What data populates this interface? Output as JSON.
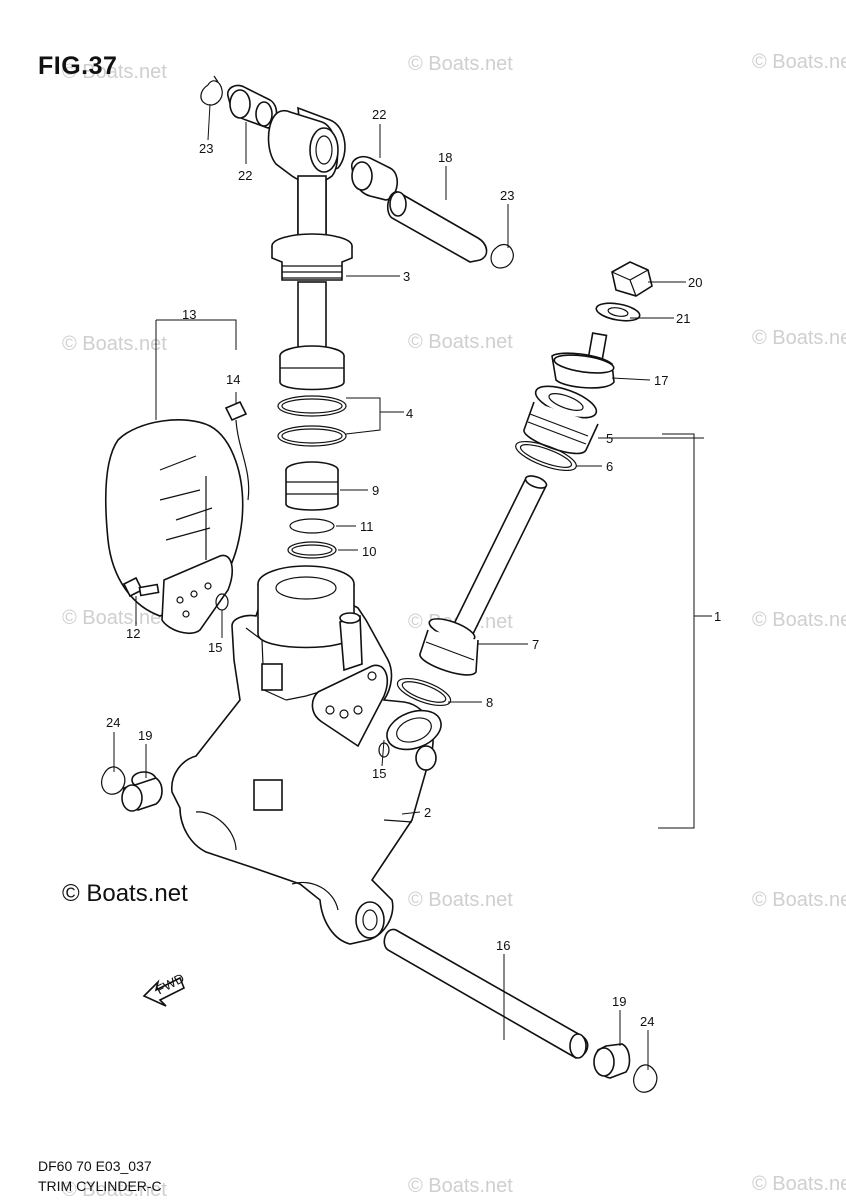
{
  "figure": {
    "title": "FIG.37",
    "copyright": "© Boats.net",
    "model_code": "DF60 70 E03_037",
    "caption": "TRIM CYLINDER-C"
  },
  "watermark_text": "© Boats.net",
  "fwd_arrow_label": "FWD",
  "callouts": [
    {
      "id": "c23a",
      "label": "23"
    },
    {
      "id": "c22a",
      "label": "22"
    },
    {
      "id": "c22b",
      "label": "22"
    },
    {
      "id": "c18",
      "label": "18"
    },
    {
      "id": "c23b",
      "label": "23"
    },
    {
      "id": "c3",
      "label": "3"
    },
    {
      "id": "c20",
      "label": "20"
    },
    {
      "id": "c21",
      "label": "21"
    },
    {
      "id": "c13",
      "label": "13"
    },
    {
      "id": "c14",
      "label": "14"
    },
    {
      "id": "c17",
      "label": "17"
    },
    {
      "id": "c4",
      "label": "4"
    },
    {
      "id": "c5",
      "label": "5"
    },
    {
      "id": "c6",
      "label": "6"
    },
    {
      "id": "c9",
      "label": "9"
    },
    {
      "id": "c11",
      "label": "11"
    },
    {
      "id": "c10",
      "label": "10"
    },
    {
      "id": "c1",
      "label": "1"
    },
    {
      "id": "c12",
      "label": "12"
    },
    {
      "id": "c15a",
      "label": "15"
    },
    {
      "id": "c7",
      "label": "7"
    },
    {
      "id": "c8",
      "label": "8"
    },
    {
      "id": "c24a",
      "label": "24"
    },
    {
      "id": "c19a",
      "label": "19"
    },
    {
      "id": "c15b",
      "label": "15"
    },
    {
      "id": "c2",
      "label": "2"
    },
    {
      "id": "c16",
      "label": "16"
    },
    {
      "id": "c19b",
      "label": "19"
    },
    {
      "id": "c24b",
      "label": "24"
    }
  ]
}
